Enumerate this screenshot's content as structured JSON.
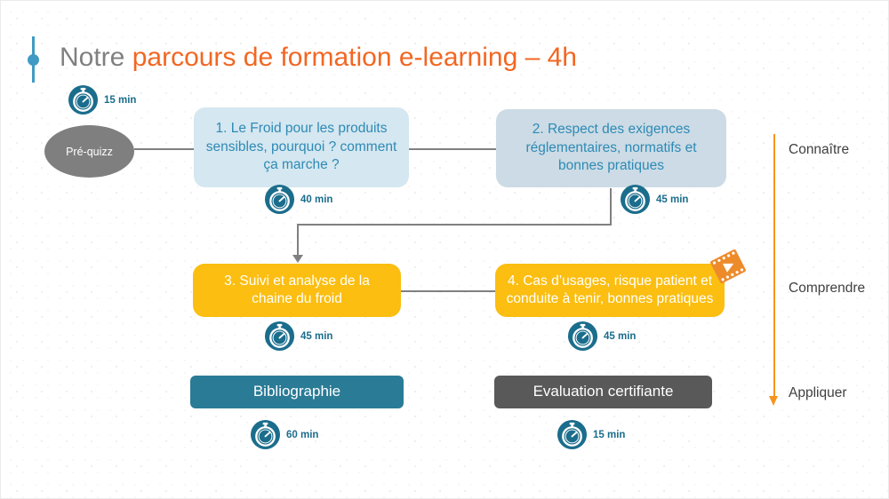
{
  "slide": {
    "title_part_gray": "Notre ",
    "title_part_orange": "parcours de formation e-learning – 4h"
  },
  "nodes": {
    "prequizz": {
      "label": "Pré-quizz",
      "color": "#7f7f7f"
    },
    "module1": {
      "label": "1. Le Froid pour les produits sensibles, pourquoi ? comment ça marche ?",
      "color": "#d5e7f0"
    },
    "module2": {
      "label": "2. Respect des exigences réglementaires, normatifs et bonnes pratiques",
      "color": "#ccdbe5"
    },
    "module3": {
      "label": "3. Suivi et analyse de la chaine du froid",
      "color": "#fbbe11"
    },
    "module4": {
      "label": "4. Cas d’usages, risque patient et conduite à tenir, bonnes pratiques",
      "color": "#fbbe11"
    },
    "bibliographie": {
      "label": "Bibliographie",
      "color": "#2a7b96"
    },
    "evaluation": {
      "label": "Evaluation certifiante",
      "color": "#595959"
    }
  },
  "durations": {
    "prequizz": "15 min",
    "module1": "40 min",
    "module2": "45 min",
    "module3": "45 min",
    "module4": "45 min",
    "bibliographie": "60 min",
    "evaluation": "15 min"
  },
  "axis": {
    "color": "#f7941e",
    "levels": [
      "Connaître",
      "Comprendre",
      "Appliquer"
    ]
  },
  "icons": {
    "stopwatch": "stopwatch-icon",
    "video": "video-film-icon",
    "accent_blue": "#3f9bc4"
  }
}
